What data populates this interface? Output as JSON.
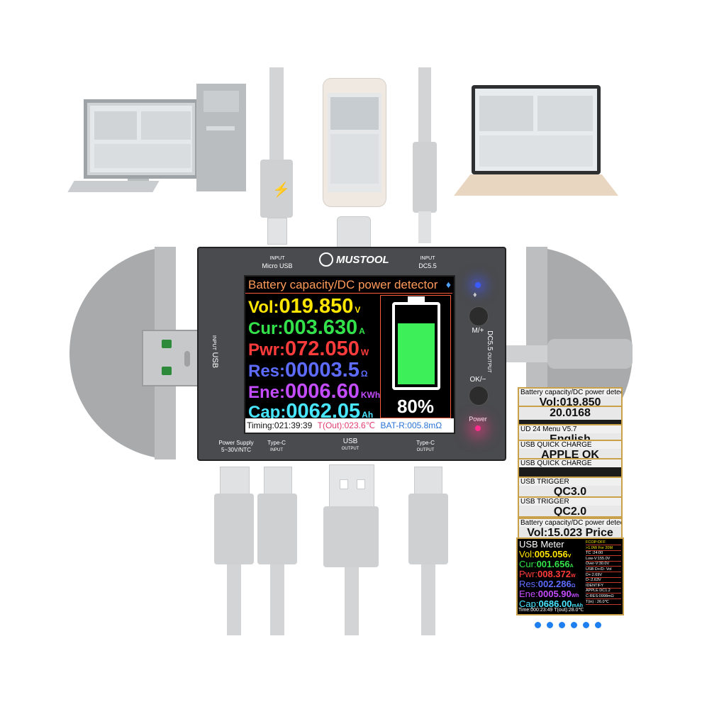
{
  "device": {
    "brand": "MUSTOOL",
    "port_top_left": {
      "line1": "INPUT",
      "line2": "Micro USB"
    },
    "port_top_right": {
      "line1": "INPUT",
      "line2": "DC5.5"
    },
    "port_left": {
      "line1": "INPUT",
      "line2": "USB"
    },
    "port_right": {
      "line1": "DC5.5",
      "line2": "OUTPUT"
    },
    "port_bottom": [
      {
        "line1": "Power Supply",
        "line2": "5~30V/NTC"
      },
      {
        "line1": "Type-C",
        "line2": "INPUT"
      },
      {
        "line1": "USB",
        "line2": "OUTPUT"
      },
      {
        "line1": "Type-C",
        "line2": "OUTPUT"
      }
    ],
    "buttons": {
      "mode": "M/+",
      "ok": "OK/−",
      "power": "Power"
    }
  },
  "screen": {
    "title": "Battery capacity/DC power detector",
    "readings": [
      {
        "key": "Vol:",
        "value": "019.850",
        "unit": "V",
        "color": "#ffe600"
      },
      {
        "key": "Cur:",
        "value": "003.630",
        "unit": "A",
        "color": "#33e24a"
      },
      {
        "key": "Pwr:",
        "value": "072.050",
        "unit": "W",
        "color": "#ff3b3b"
      },
      {
        "key": "Res:",
        "value": "00003.5",
        "unit": "Ω",
        "color": "#5d6cff"
      },
      {
        "key": "Ene:",
        "value": "0006.60",
        "unit": "KWh",
        "color": "#c44cff"
      },
      {
        "key": "Cap:",
        "value": "0062.05",
        "unit": "Ah",
        "color": "#48e6ff"
      }
    ],
    "battery_percent": "80%",
    "battery_level": 0.8,
    "status": {
      "timing": "Timing:021:39:39",
      "temp": "T(Out):023.6℃",
      "bat_r": "BAT-R:005.8mΩ"
    }
  },
  "thumbnails": [
    {
      "header": "Battery capacity/DC power detector",
      "big": "Vol:019.850"
    },
    {
      "header": "",
      "big": "20.0168"
    },
    {
      "header": "UD 24 Menu V5.7",
      "big": "English"
    },
    {
      "header": "USB  QUICK  CHARGE",
      "big": "APPLE      OK"
    },
    {
      "header": "USB  QUICK  CHARGE",
      "big": ""
    },
    {
      "header": "USB   TRIGGER",
      "big": "QC3.0"
    },
    {
      "header": "USB   TRIGGER",
      "big": "QC2.0"
    },
    {
      "header": "Battery capacity/DC power detector",
      "big": "Vol:15.023   Price"
    }
  ],
  "usb_meter": {
    "title": "USB Meter",
    "rows": [
      {
        "key": "Vol:",
        "value": "005.056",
        "unit": "V",
        "color": "#ffe600"
      },
      {
        "key": "Cur:",
        "value": "001.656",
        "unit": "A",
        "color": "#33e24a"
      },
      {
        "key": "Pwr:",
        "value": "008.372",
        "unit": "W",
        "color": "#ff3b3b"
      },
      {
        "key": "Res:",
        "value": "002.286",
        "unit": "Ω",
        "color": "#5d6cff"
      },
      {
        "key": "Ene:",
        "value": "0005.90",
        "unit": "Wh",
        "color": "#c44cff"
      },
      {
        "key": "Cap:",
        "value": "0686.00",
        "unit": "mAh",
        "color": "#48e6ff"
      }
    ],
    "side": [
      "FCOP:OFF",
      ">1.0W For 20M",
      "TC :24:00",
      "Low-V:155.0V",
      "Over-V:30.0V",
      "USB D+/D- Vol",
      "D+:2.69V",
      "D-:2.63V",
      "IDENTIFY",
      "APPLE  DC1.2",
      "C-RES:0998mΩ",
      "T(in) : 26.0℃"
    ],
    "footer": "Time:000:23:49  T(out):28.0℃"
  },
  "pager_dots": 6
}
